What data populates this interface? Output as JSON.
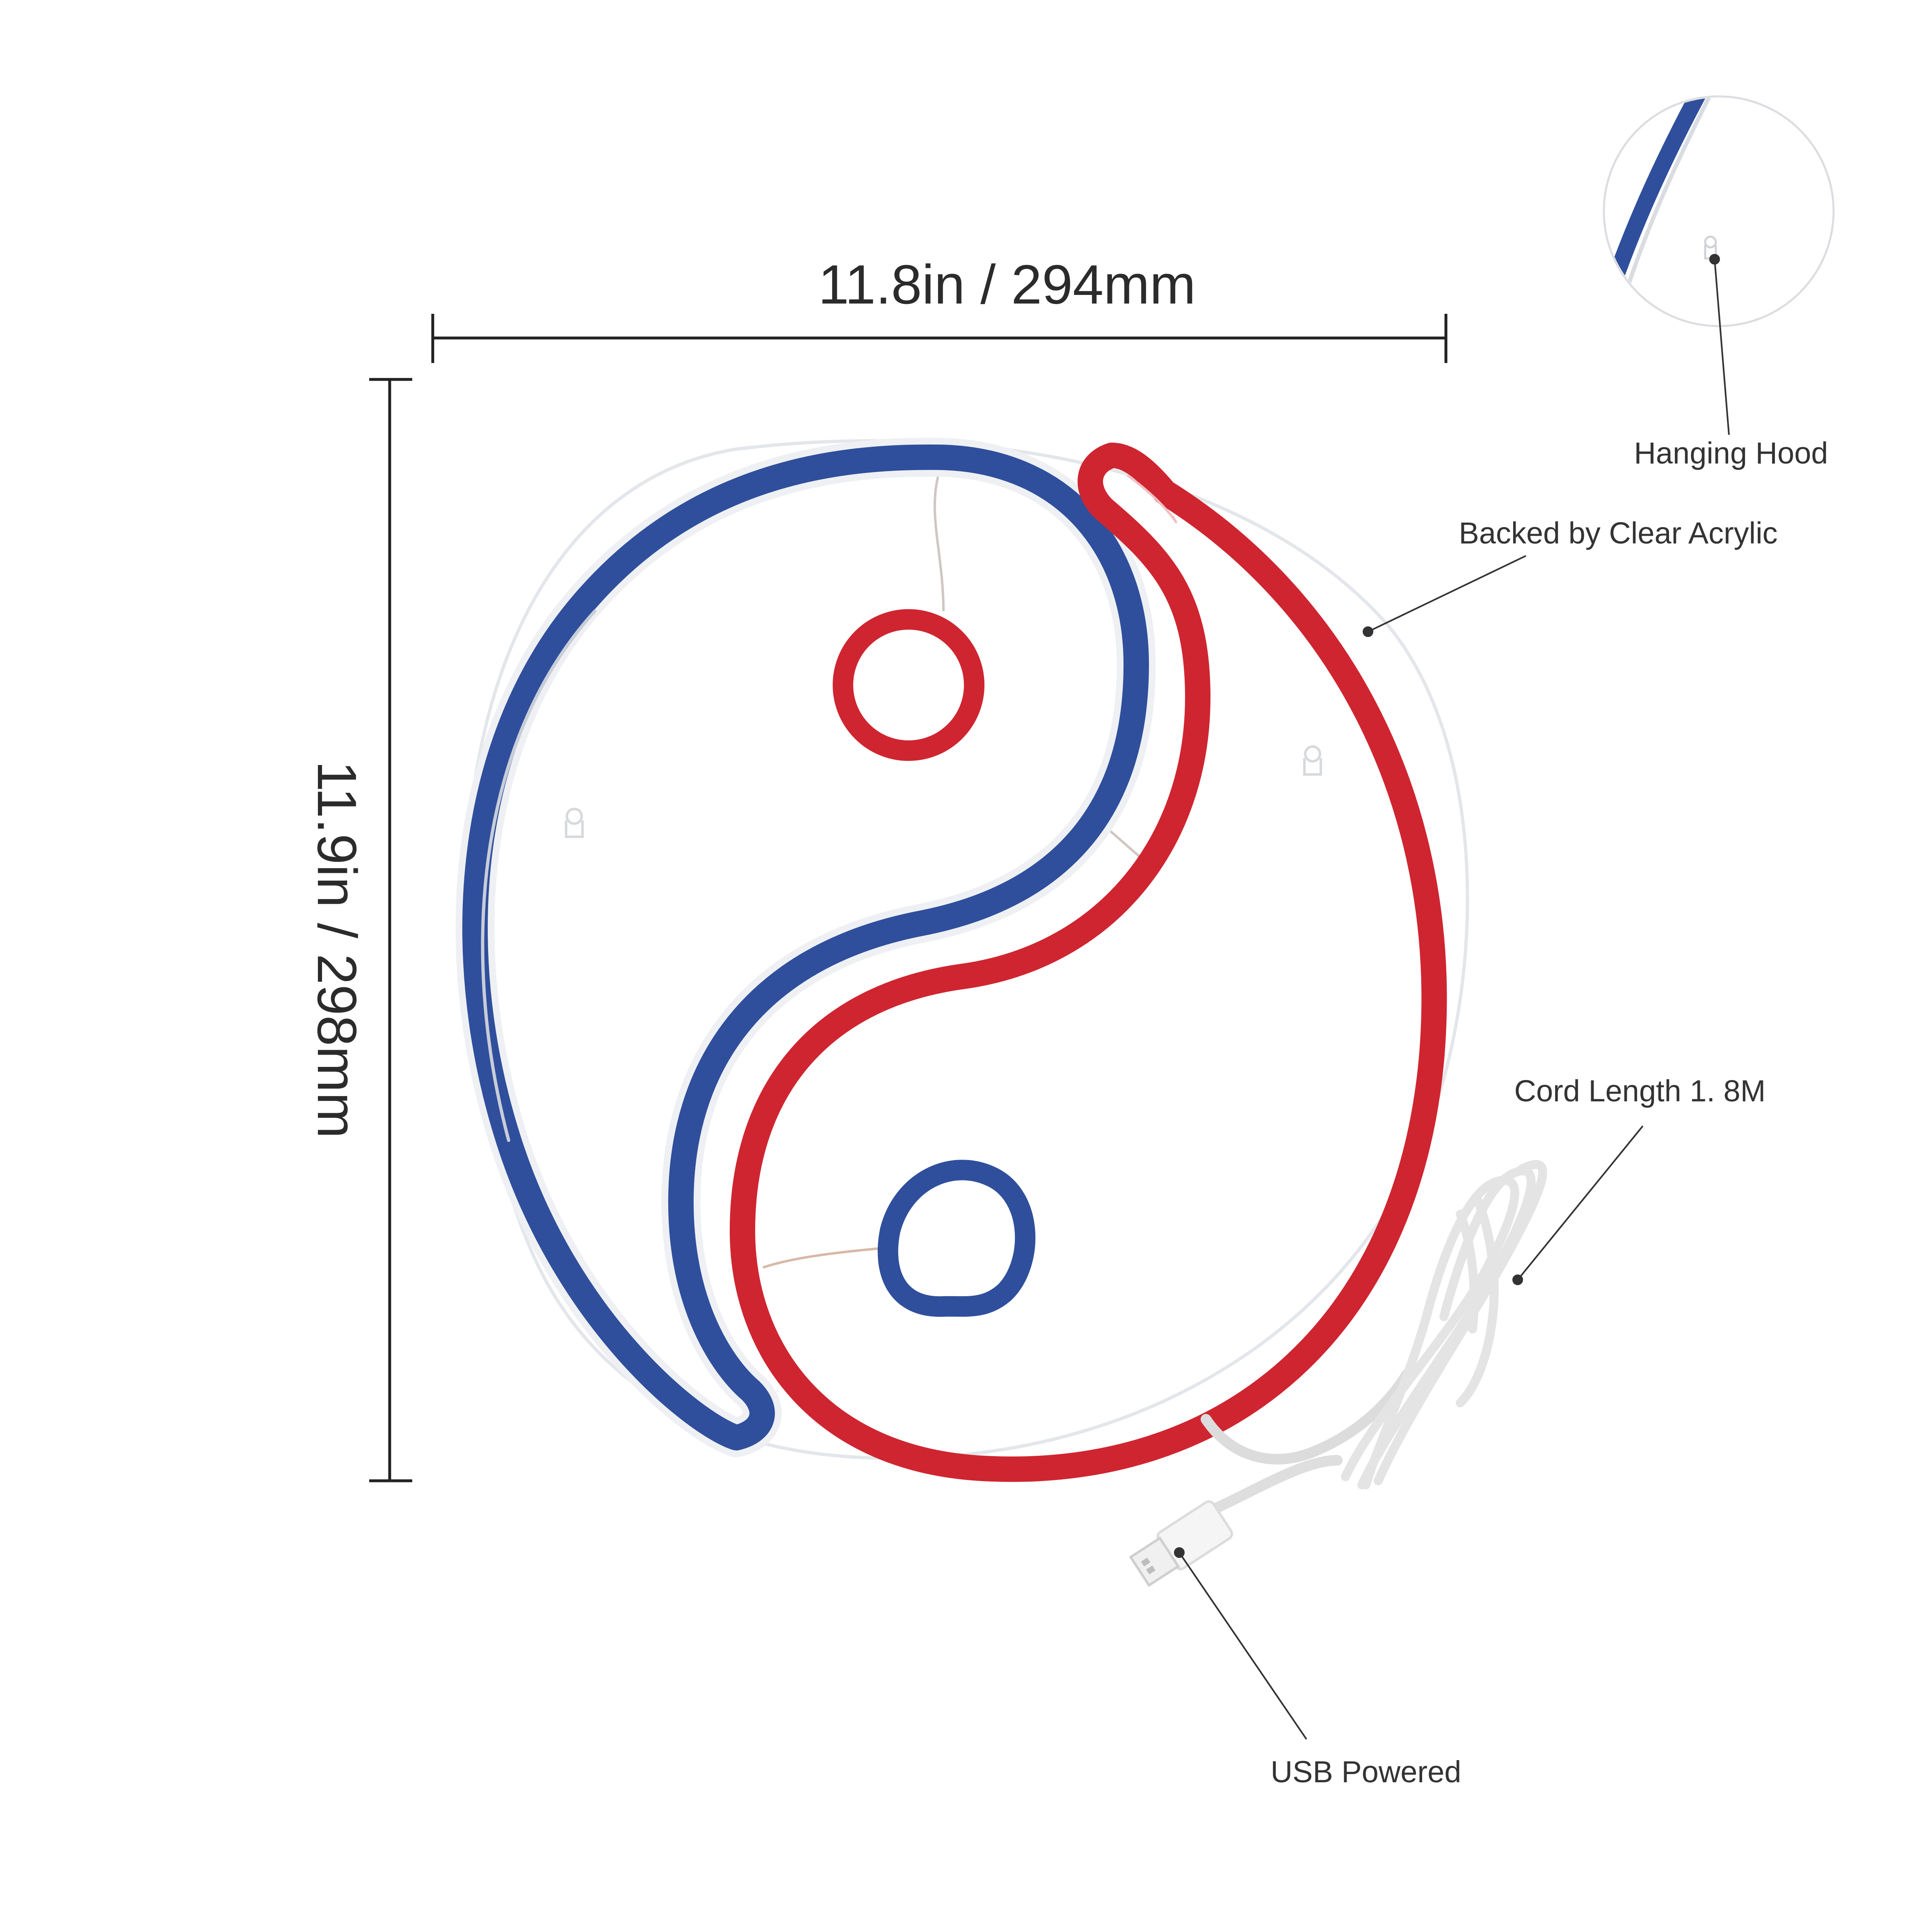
{
  "dimensions": {
    "width_label": "11.8in / 294mm",
    "height_label": "11.9in / 298mm"
  },
  "callouts": {
    "hanging_hood": "Hanging Hood",
    "backed_by": "Backed by Clear Acrylic",
    "cord_length": "Cord Length 1. 8M",
    "usb_powered": "USB Powered"
  },
  "colors": {
    "background": "#ffffff",
    "neon_blue": "#2f4f9c",
    "neon_red": "#cf2530",
    "acrylic": "#e6e8ec",
    "cord": "#eeeeee",
    "text": "#333333"
  }
}
